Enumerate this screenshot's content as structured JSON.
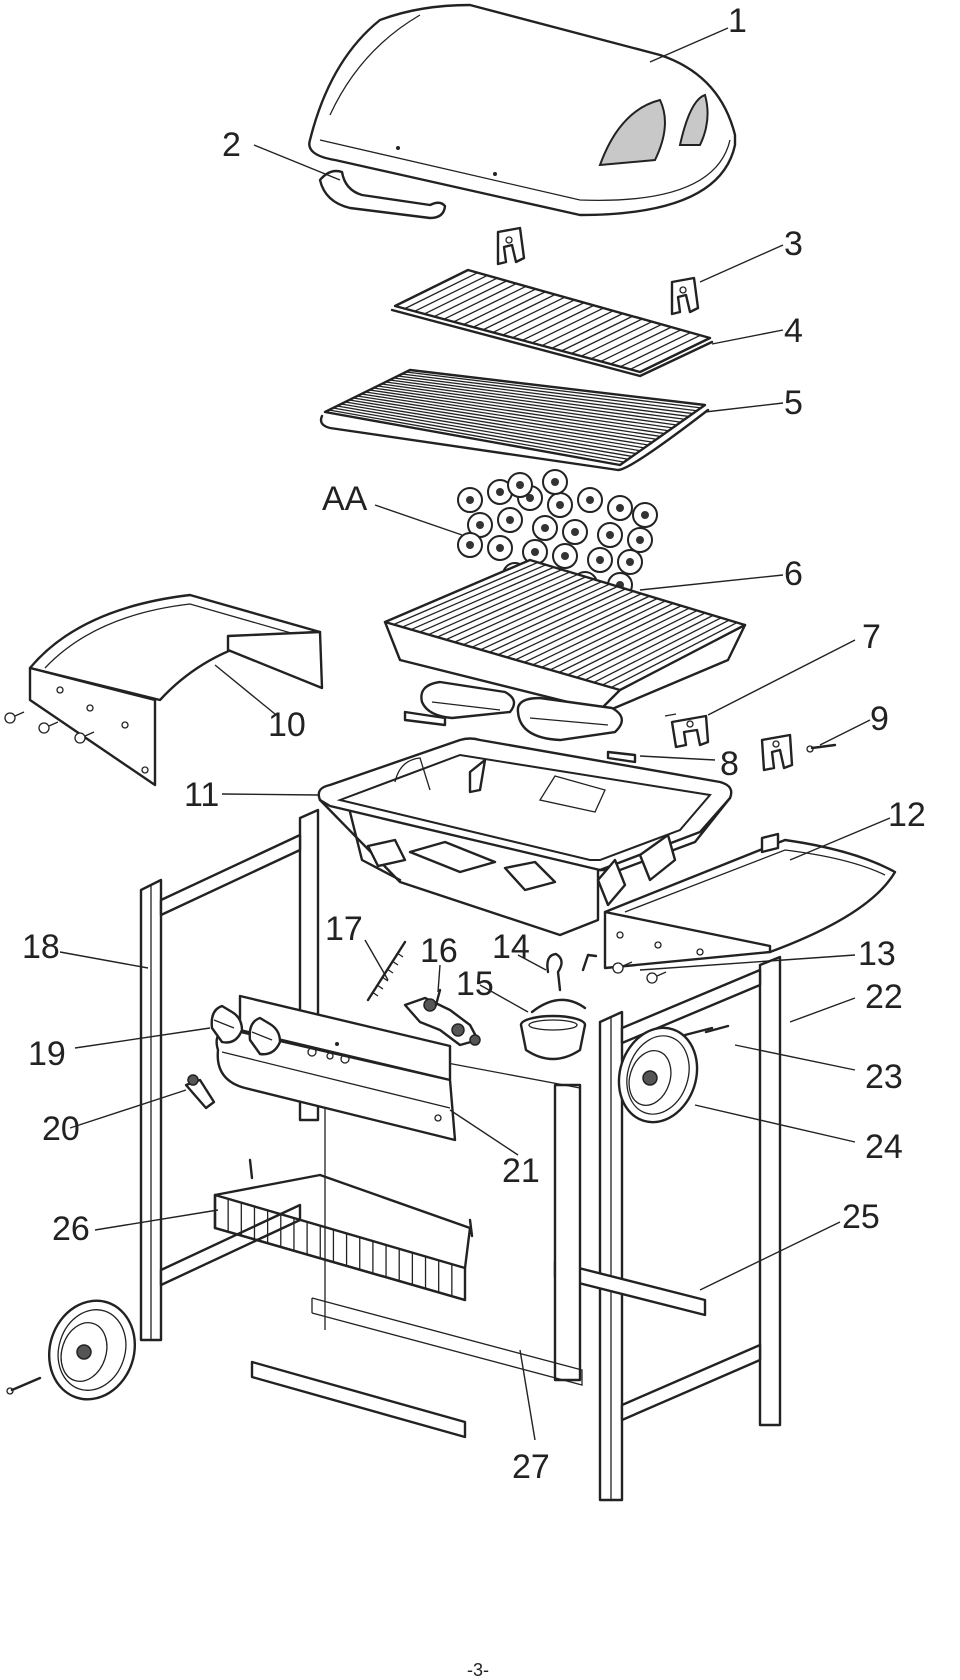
{
  "labels": {
    "p1": "1",
    "p2": "2",
    "p3": "3",
    "p4": "4",
    "p5": "5",
    "aa": "AA",
    "p6": "6",
    "p7": "7",
    "p8": "8",
    "p9": "9",
    "p10": "10",
    "p11": "11",
    "p12": "12",
    "p13": "13",
    "p14": "14",
    "p15": "15",
    "p16": "16",
    "p17": "17",
    "p18": "18",
    "p19": "19",
    "p20": "20",
    "p21": "21",
    "p22": "22",
    "p23": "23",
    "p24": "24",
    "p25": "25",
    "p26": "26",
    "p27": "27"
  },
  "page_number": "-3-"
}
